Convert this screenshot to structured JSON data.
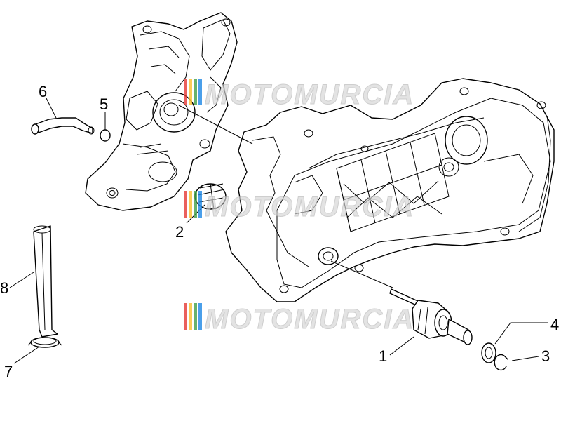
{
  "diagram": {
    "callouts": [
      {
        "id": "1",
        "label": "1"
      },
      {
        "id": "2",
        "label": "2"
      },
      {
        "id": "3",
        "label": "3"
      },
      {
        "id": "4",
        "label": "4"
      },
      {
        "id": "5",
        "label": "5"
      },
      {
        "id": "6",
        "label": "6"
      },
      {
        "id": "7",
        "label": "7"
      },
      {
        "id": "8",
        "label": "8"
      }
    ],
    "watermark": {
      "text": "MOTOMURCIA",
      "stripe_colors": [
        "#e53935",
        "#fbc02d",
        "#43a047",
        "#1e88e5"
      ]
    }
  }
}
